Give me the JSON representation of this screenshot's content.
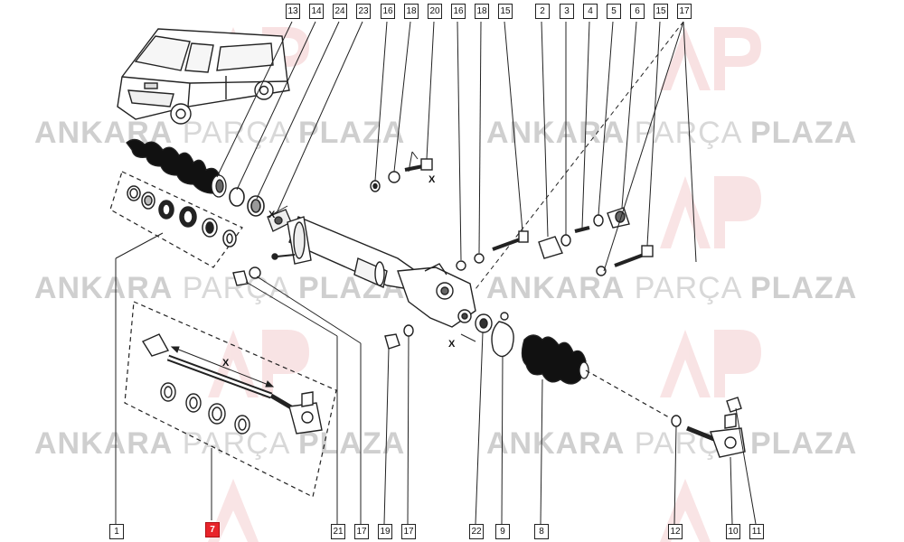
{
  "watermark": {
    "brand_bold": "ANKARA",
    "brand_thin": "PARÇA",
    "brand_bold2": "PLAZA",
    "logo_text": "AP"
  },
  "colors": {
    "highlight": "#e8232a",
    "line": "#222222",
    "watermark": "#cfcfcf"
  },
  "dimension_label": "X",
  "callouts_top": [
    "13",
    "14",
    "24",
    "23",
    "16",
    "18",
    "20",
    "16",
    "18",
    "15",
    "2",
    "3",
    "4",
    "5",
    "6",
    "15",
    "17"
  ],
  "callouts_bottom": [
    "1",
    "7",
    "21",
    "17",
    "19",
    "17",
    "22",
    "9",
    "8",
    "12",
    "10",
    "11"
  ],
  "highlighted_part": "7"
}
